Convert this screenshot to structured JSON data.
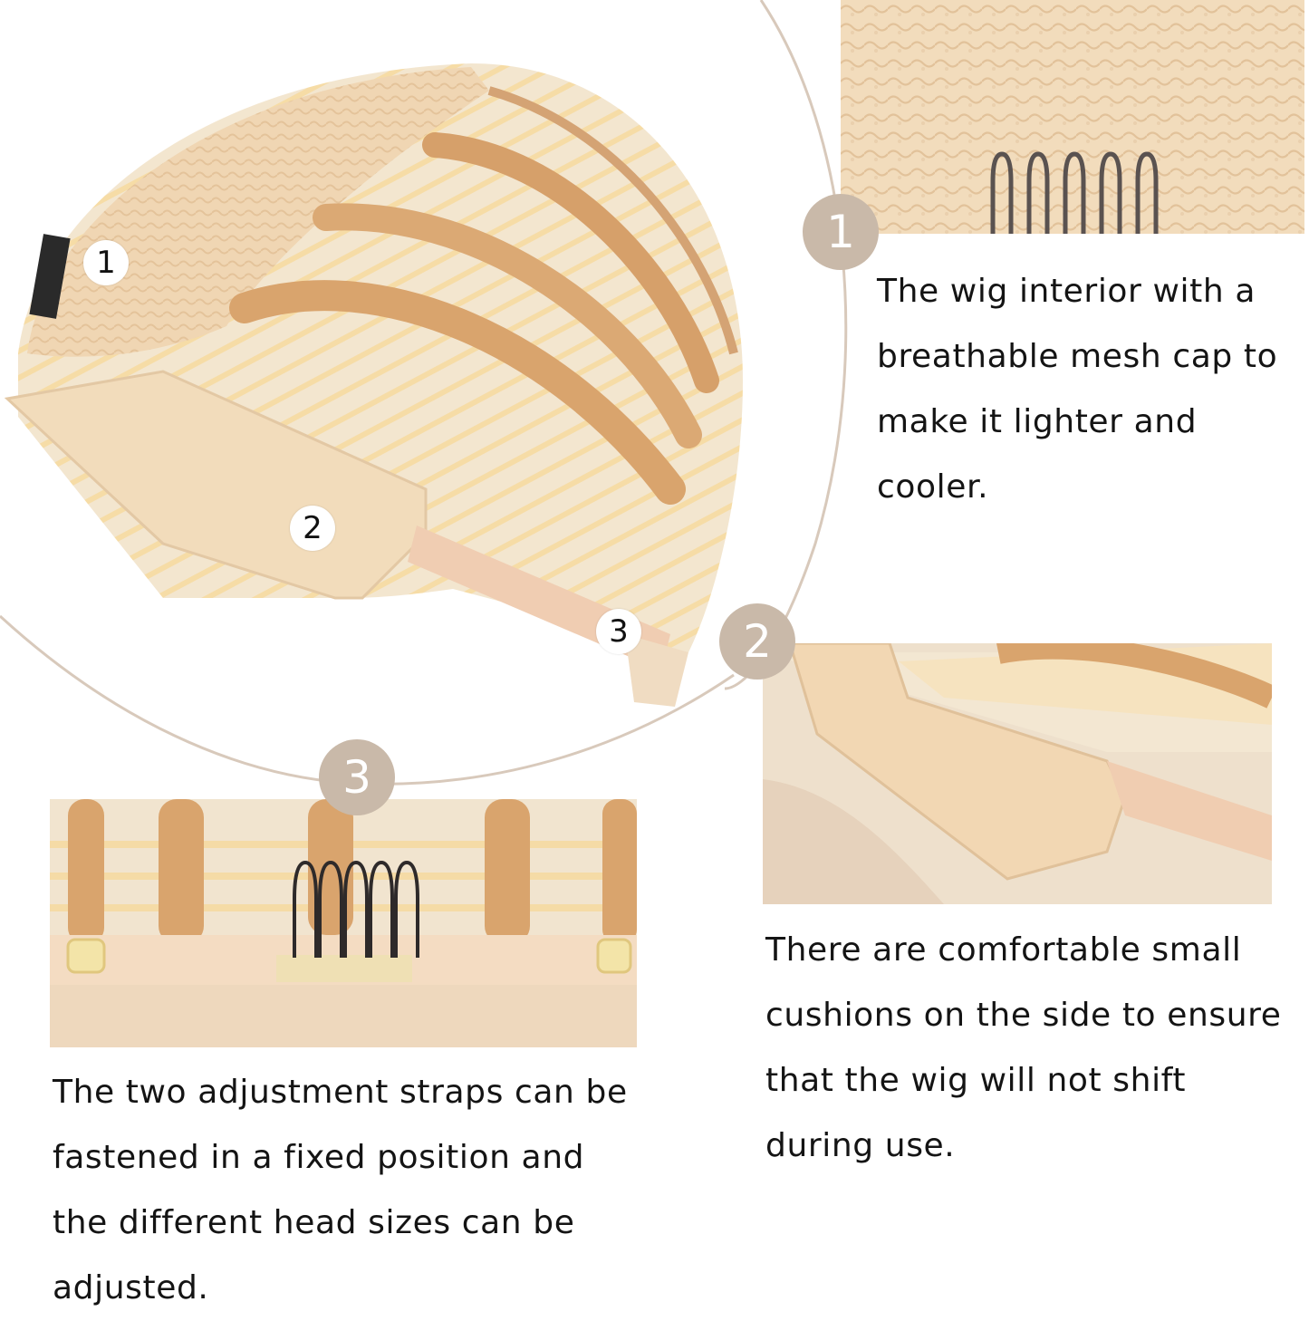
{
  "colors": {
    "badge": "#c9b9a9",
    "cap_light": "#f1d7b4",
    "lace_tan": "#d9a878",
    "hair": "#f0e3cf",
    "arc": "#d8c9bb",
    "text": "#141414"
  },
  "main_image": {
    "markers": [
      "1",
      "2",
      "3"
    ]
  },
  "feature_1": {
    "badge": "1",
    "lines": [
      "The wig interior with a",
      "breathable mesh cap to",
      "make it lighter and",
      "cooler."
    ]
  },
  "feature_2": {
    "badge": "2",
    "lines": [
      "There are comfortable small",
      "cushions on the side to ensure",
      "that the wig will not shift",
      "during use."
    ]
  },
  "feature_3": {
    "badge": "3",
    "lines": [
      "The two adjustment straps can be",
      "fastened in a fixed position and",
      "the different head sizes can be",
      "adjusted."
    ]
  }
}
